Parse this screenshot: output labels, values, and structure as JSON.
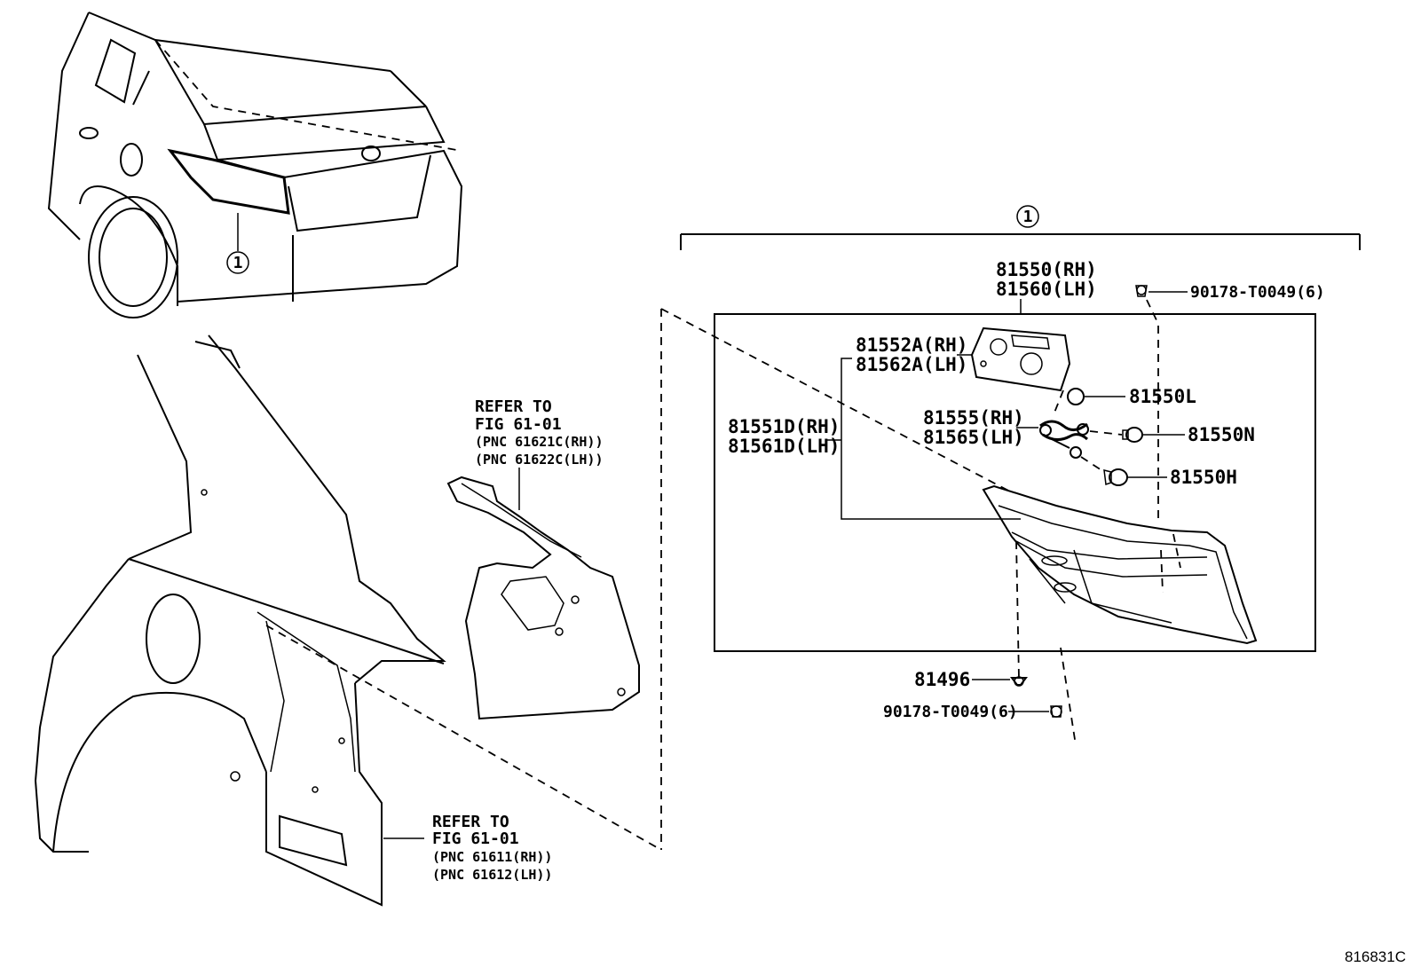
{
  "callouts": {
    "car_callout": "1",
    "assembly_callout": "1"
  },
  "labels": {
    "lamp_assy_rh": "81550(RH)",
    "lamp_assy_lh": "81560(LH)",
    "screw_top": "90178-T0049(6)",
    "gasket_rh": "81552A(RH)",
    "gasket_lh": "81562A(LH)",
    "lens_rh": "81551D(RH)",
    "lens_lh": "81561D(LH)",
    "socket_rh": "81555(RH)",
    "socket_lh": "81565(LH)",
    "bulb_l": "81550L",
    "bulb_n": "81550N",
    "bulb_h": "81550H",
    "clip": "81496",
    "screw_bottom": "90178-T0049(6)"
  },
  "references": {
    "liner": {
      "line1": "REFER TO",
      "line2": "FIG 61-01",
      "line3": "(PNC 61621C(RH))",
      "line4": "(PNC 61622C(LH))"
    },
    "panel": {
      "line1": "REFER TO",
      "line2": "FIG 61-01",
      "line3": "(PNC 61611(RH))",
      "line4": "(PNC 61612(LH))"
    }
  },
  "diagram_code": "816831C"
}
